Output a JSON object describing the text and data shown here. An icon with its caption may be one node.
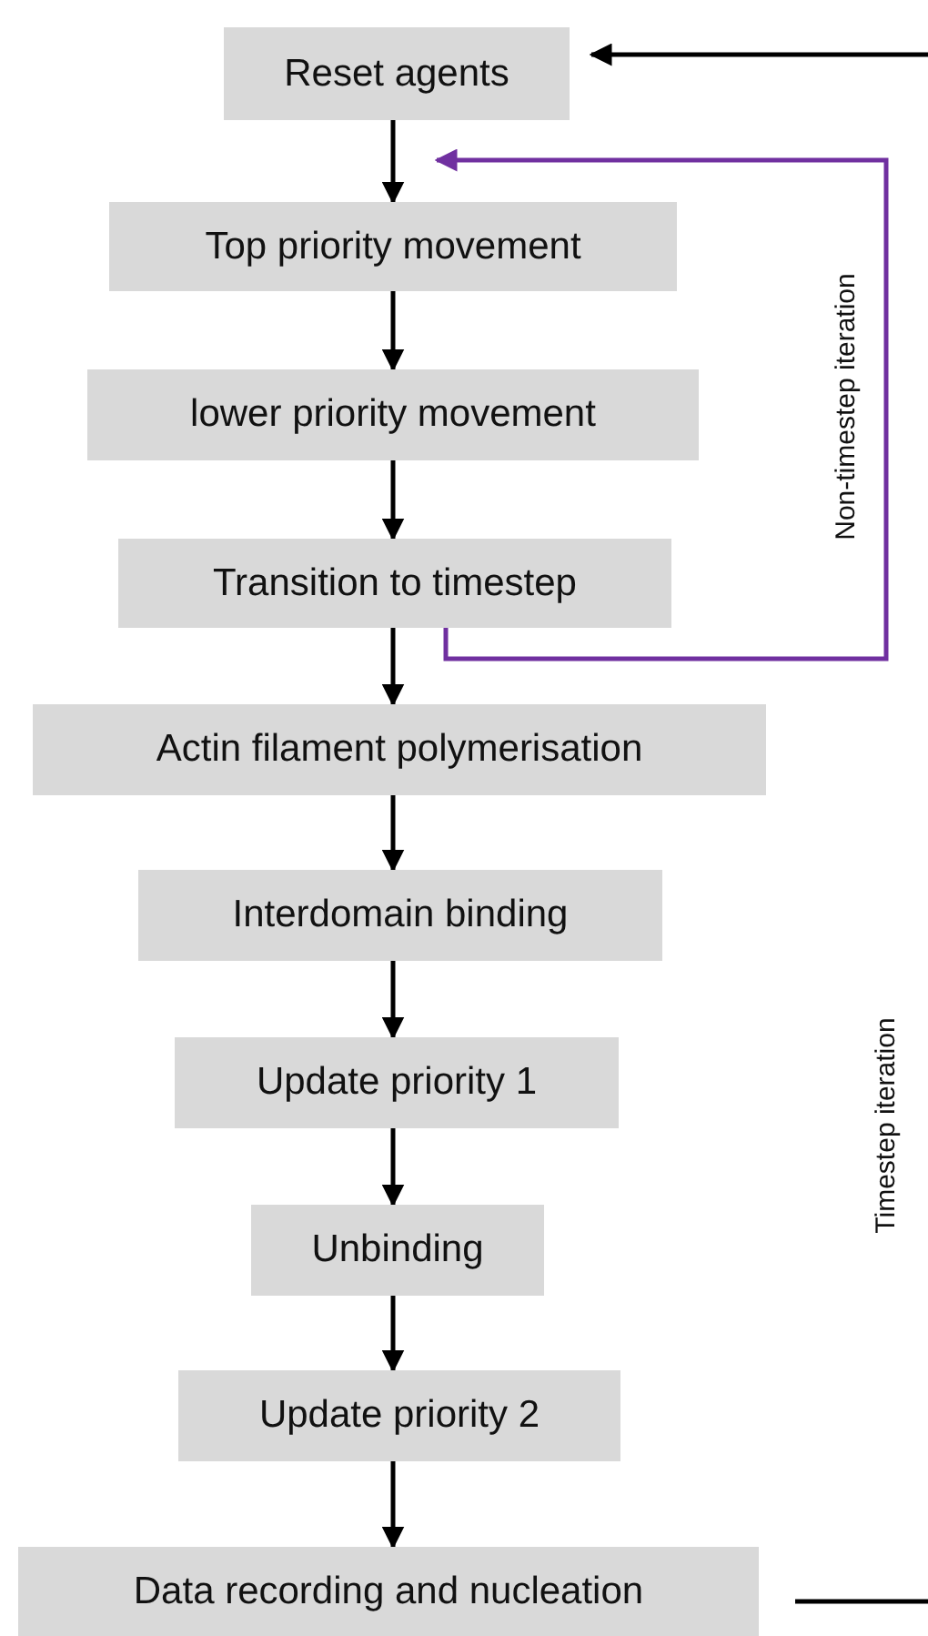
{
  "diagram": {
    "nodes": [
      {
        "text": [
          "Reset agents"
        ]
      },
      {
        "text": [
          "Top priority movement"
        ]
      },
      {
        "text": [
          "lower priority movement"
        ]
      },
      {
        "text": [
          "Transition to timestep"
        ]
      },
      {
        "text": [
          "Actin filament polymerisation"
        ]
      },
      {
        "text": [
          "Interdomain binding"
        ]
      },
      {
        "text": [
          "Update priority 1"
        ]
      },
      {
        "text": [
          "Unbinding"
        ]
      },
      {
        "text": [
          "Update priority 2"
        ]
      },
      {
        "text": [
          "Data recording and nucleation"
        ]
      }
    ],
    "edges": [
      {
        "from": 0,
        "to": 1,
        "arrow": "to"
      },
      {
        "from": 1,
        "to": 2,
        "arrow": "to"
      },
      {
        "from": 2,
        "to": 3,
        "arrow": "to"
      },
      {
        "from": 3,
        "to": 4,
        "arrow": "to"
      },
      {
        "from": 4,
        "to": 5,
        "arrow": "to"
      },
      {
        "from": 5,
        "to": 6,
        "arrow": "to"
      },
      {
        "from": 6,
        "to": 7,
        "arrow": "to"
      },
      {
        "from": 7,
        "to": 8,
        "arrow": "to"
      },
      {
        "from": 8,
        "to": 9,
        "arrow": "to"
      },
      {
        "from": 3,
        "to": 1,
        "arrow": "to",
        "color": "#7030a0",
        "label": "Non-timestep iteration"
      },
      {
        "from": 9,
        "to": null,
        "arrow": "none"
      },
      {
        "from": null,
        "to": 0,
        "arrow": "to"
      }
    ],
    "labels": [
      "Timestep iteration"
    ]
  }
}
